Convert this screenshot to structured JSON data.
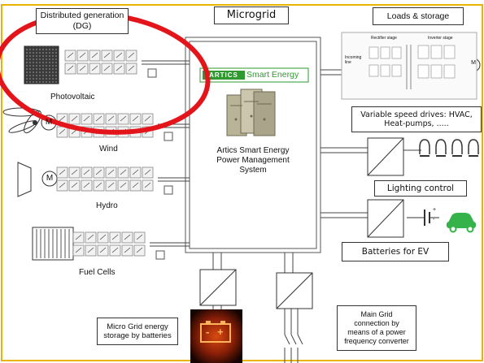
{
  "title": "Microgrid",
  "dg_header": {
    "line1": "Distributed generation",
    "line2": "(DG)"
  },
  "loads_header": "Loads & storage",
  "sources": [
    {
      "label": "Photovoltaic"
    },
    {
      "label": "Wind"
    },
    {
      "label": "Hydro"
    },
    {
      "label": "Fuel Cells"
    }
  ],
  "motor_symbol": "M",
  "central": {
    "logo_brand": "ARTICS",
    "logo_text": "Smart Energy",
    "system_line1": "Artics Smart Energy",
    "system_line2": "Power Management",
    "system_line3": "System"
  },
  "inverter_panel": {
    "rectifier_label": "Rectifier stage",
    "inverter_label": "Inverter stage",
    "incoming_line1": "Incoming",
    "incoming_line2": "line"
  },
  "drives": {
    "line1": "Variable speed drives: HVAC,",
    "line2": "Heat-pumps, ....."
  },
  "lighting": "Lighting control",
  "ev": "Batteries for EV",
  "battery_storage": {
    "line1": "Micro Grid energy",
    "line2": "storage by batteries"
  },
  "main_grid": {
    "line1": "Main Grid",
    "line2": "connection by",
    "line3": "means of a power",
    "line4": "frequency converter"
  },
  "battery_icon": {
    "minus": "-",
    "plus": "+"
  },
  "capacitor_signs": {
    "plus": "+",
    "minus": "-"
  },
  "colors": {
    "frame": "#e8b400",
    "highlight": "#e4141b",
    "logo_green": "#2e9a2e",
    "ev_green": "#36b24a"
  }
}
